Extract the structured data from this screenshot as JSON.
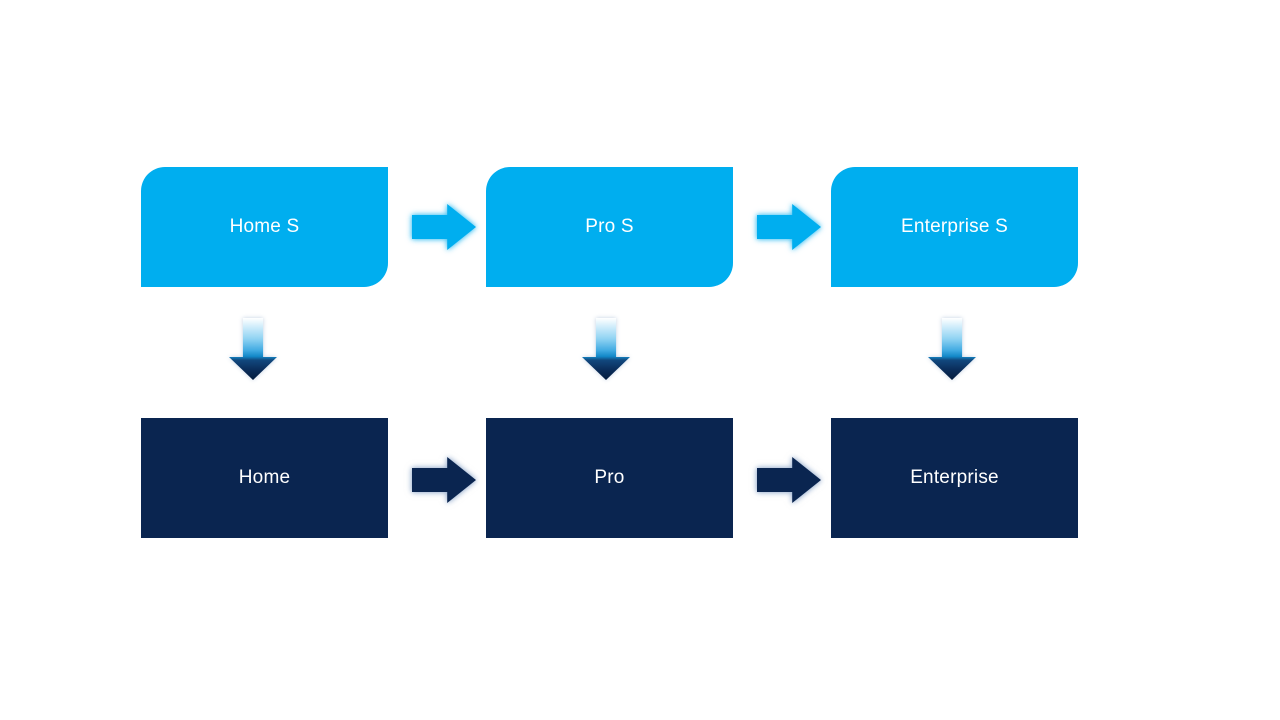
{
  "flow": {
    "columns": [
      {
        "top": "Home S",
        "bottom": "Home"
      },
      {
        "top": "Pro S",
        "bottom": "Pro"
      },
      {
        "top": "Enterprise S",
        "bottom": "Enterprise"
      }
    ]
  },
  "colors": {
    "background": "#FFFFFF",
    "top_box": "#00AEEF",
    "top_text": "#FFFFFF",
    "bottom_box": "#0A2550",
    "bottom_text": "#FFFFFF",
    "top_arrow": "#00AEEF",
    "bottom_arrow": "#0A2550"
  }
}
